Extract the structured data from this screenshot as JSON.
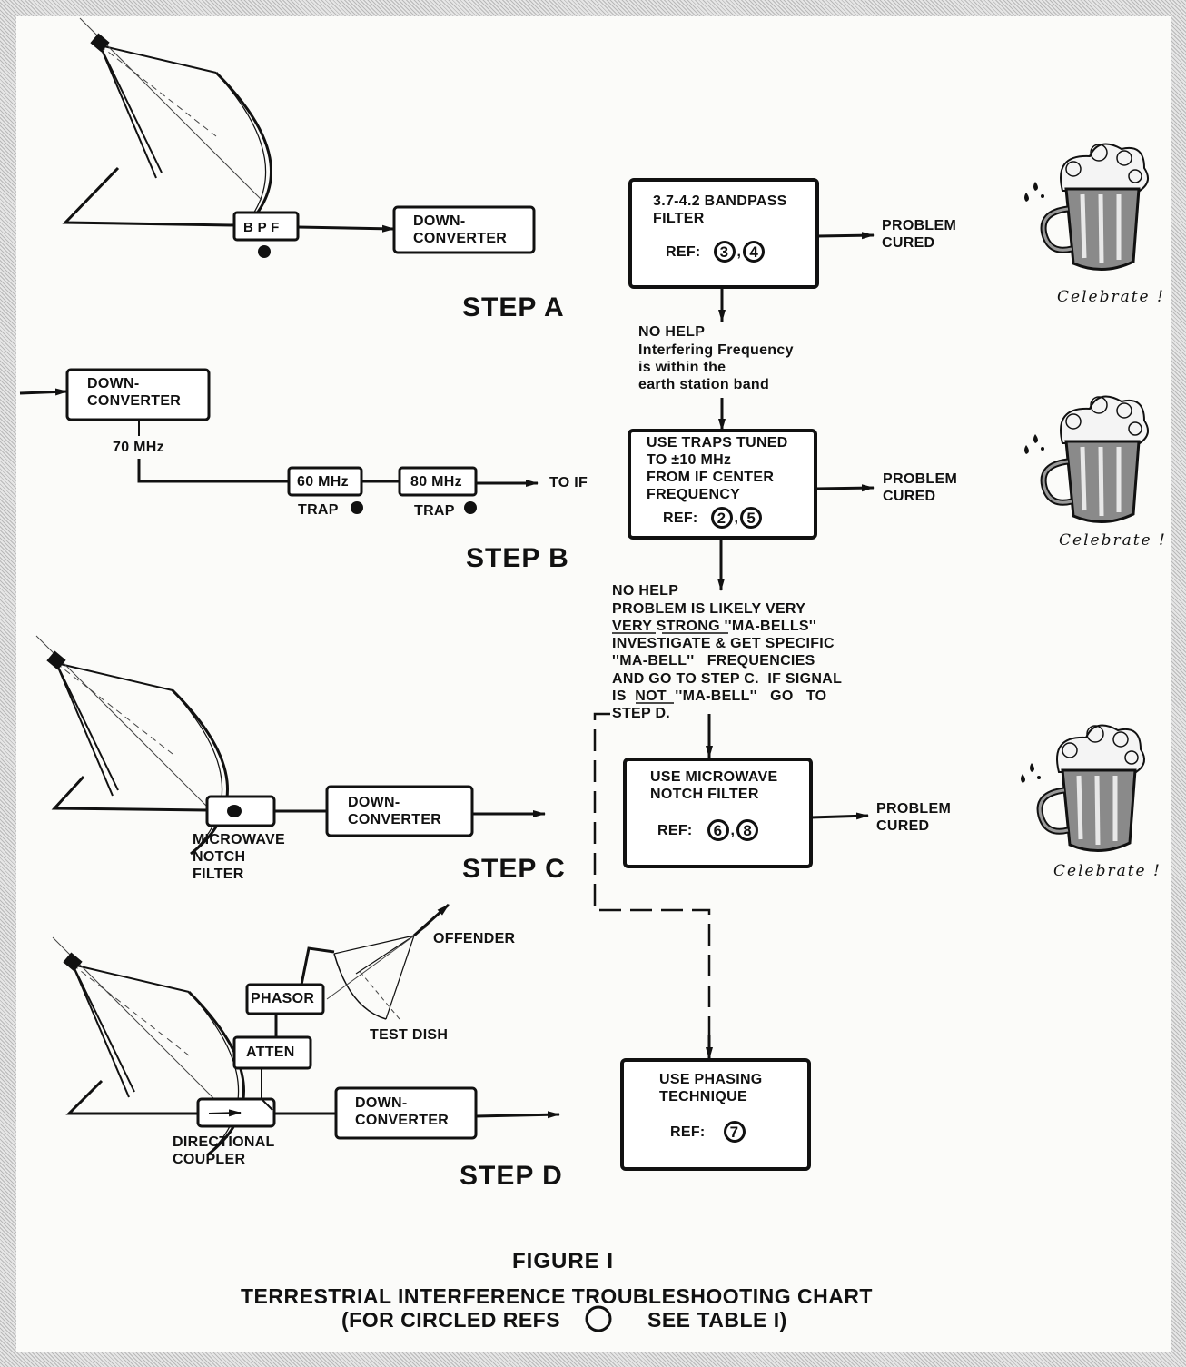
{
  "figure": {
    "title": "FIGURE I",
    "caption_line1": "TERRESTRIAL INTERFERENCE TROUBLESHOOTING CHART",
    "caption_line2_pre": "(FOR CIRCLED REFS",
    "caption_line2_post": "SEE TABLE I)"
  },
  "steps": {
    "a": {
      "label": "STEP A",
      "bpf": "B P F",
      "downconverter": [
        "DOWN-",
        "CONVERTER"
      ]
    },
    "b": {
      "label": "STEP B",
      "downconverter": [
        "DOWN-",
        "CONVERTER"
      ],
      "if_freq": "70 MHz",
      "trap1": "60 MHz",
      "trap2": "80 MHz",
      "trap_label": "TRAP",
      "to_if": "TO IF"
    },
    "c": {
      "label": "STEP C",
      "filter_label": [
        "MICROWAVE",
        "NOTCH",
        "FILTER"
      ],
      "downconverter": [
        "DOWN-",
        "CONVERTER"
      ]
    },
    "d": {
      "label": "STEP D",
      "offender": "OFFENDER",
      "test_dish": "TEST DISH",
      "phasor": "PHASOR",
      "atten": "ATTEN",
      "coupler": [
        "DIRECTIONAL",
        "COUPLER"
      ],
      "downconverter": [
        "DOWN-",
        "CONVERTER"
      ]
    }
  },
  "flow": {
    "box1": {
      "lines": [
        "3.7-4.2 BANDPASS",
        "FILTER"
      ],
      "ref_label": "REF:",
      "refs": [
        "3",
        "4"
      ]
    },
    "box2": {
      "lines": [
        "USE TRAPS TUNED",
        "TO ±10 MHz",
        "FROM IF CENTER",
        "FREQUENCY"
      ],
      "ref_label": "REF:",
      "refs": [
        "2",
        "5"
      ]
    },
    "box3": {
      "lines": [
        "USE MICROWAVE",
        "NOTCH FILTER"
      ],
      "ref_label": "REF:",
      "refs": [
        "6",
        "8"
      ]
    },
    "box4": {
      "lines": [
        "USE PHASING",
        "TECHNIQUE"
      ],
      "ref_label": "REF:",
      "refs": [
        "7"
      ]
    },
    "cured": [
      "PROBLEM",
      "CURED"
    ],
    "celebrate": "Celebrate !",
    "no_help_1": [
      "NO HELP",
      "Interfering Frequency",
      "is within the",
      "earth station band"
    ],
    "no_help_2": {
      "l1": "NO HELP",
      "l2": "PROBLEM IS LIKELY VERY",
      "l3a": "VERY",
      "l3b": "STRONG",
      "l3c": "''MA-BELLS''",
      "l4": "INVESTIGATE & GET SPECIFIC",
      "l5": "''MA-BELL''   FREQUENCIES",
      "l6": "AND GO TO STEP C.  IF SIGNAL",
      "l7a": "IS",
      "l7b": "NOT",
      "l7c": "''MA-BELL''   GO   TO",
      "l8": "STEP D."
    }
  }
}
